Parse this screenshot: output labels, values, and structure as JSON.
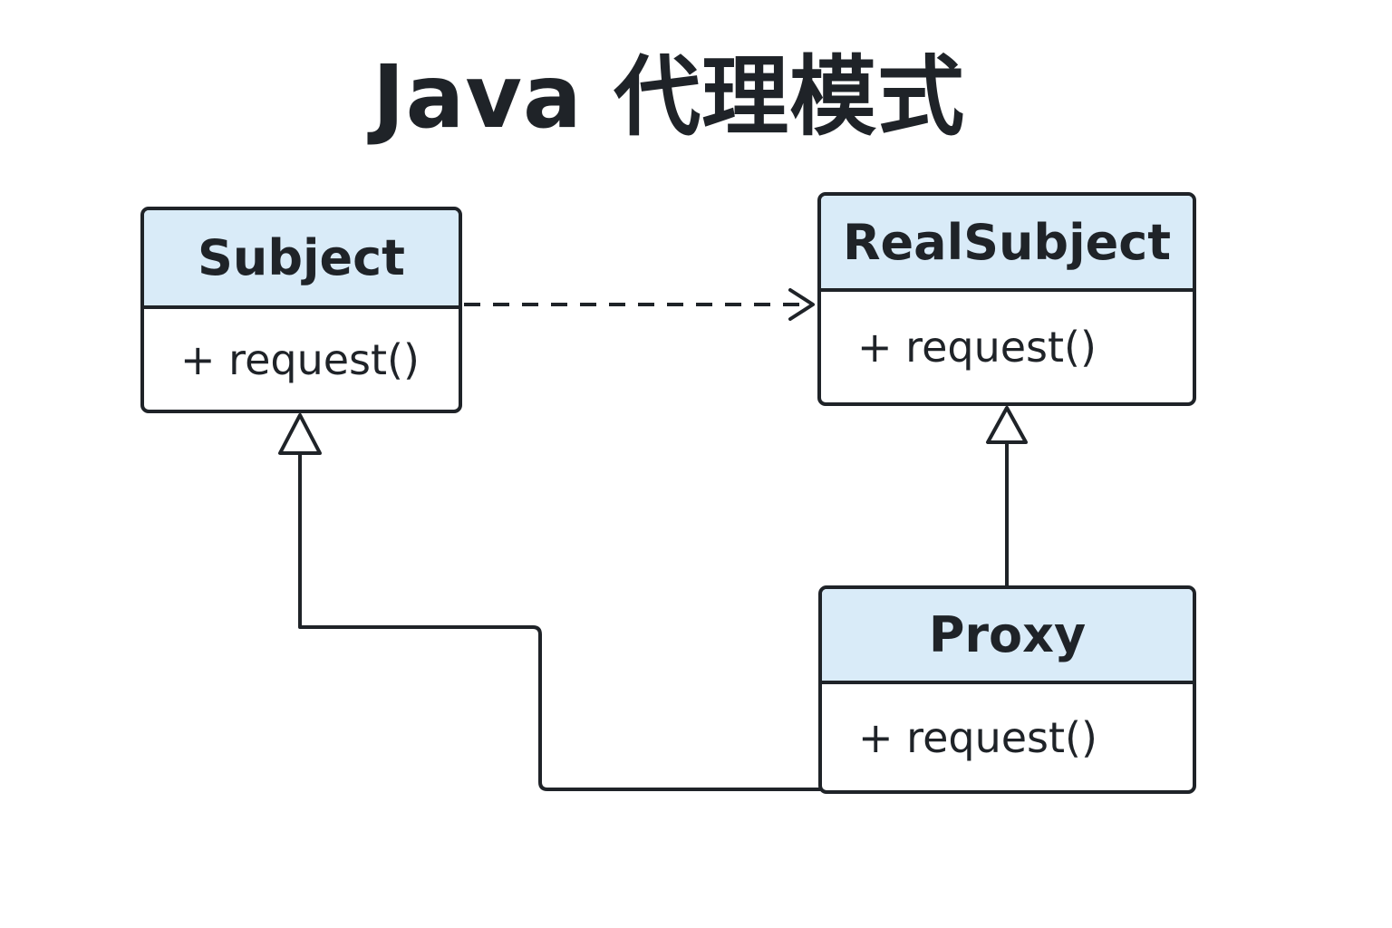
{
  "title": "Java 代理模式",
  "classes": {
    "subject": {
      "name": "Subject",
      "method": "+ request()"
    },
    "real_subject": {
      "name": "RealSubject",
      "method": "+ request()"
    },
    "proxy": {
      "name": "Proxy",
      "method": "+ request()"
    }
  },
  "relations": [
    {
      "from": "Subject",
      "to": "RealSubject",
      "kind": "dependency",
      "style": "dashed-open-arrow"
    },
    {
      "from": "Proxy",
      "to": "Subject",
      "kind": "generalization",
      "style": "hollow-triangle"
    },
    {
      "from": "Proxy",
      "to": "RealSubject",
      "kind": "generalization",
      "style": "hollow-triangle"
    }
  ],
  "colors": {
    "header_fill": "#d9ebf8",
    "line": "#1f2328",
    "text": "#1f2328"
  }
}
